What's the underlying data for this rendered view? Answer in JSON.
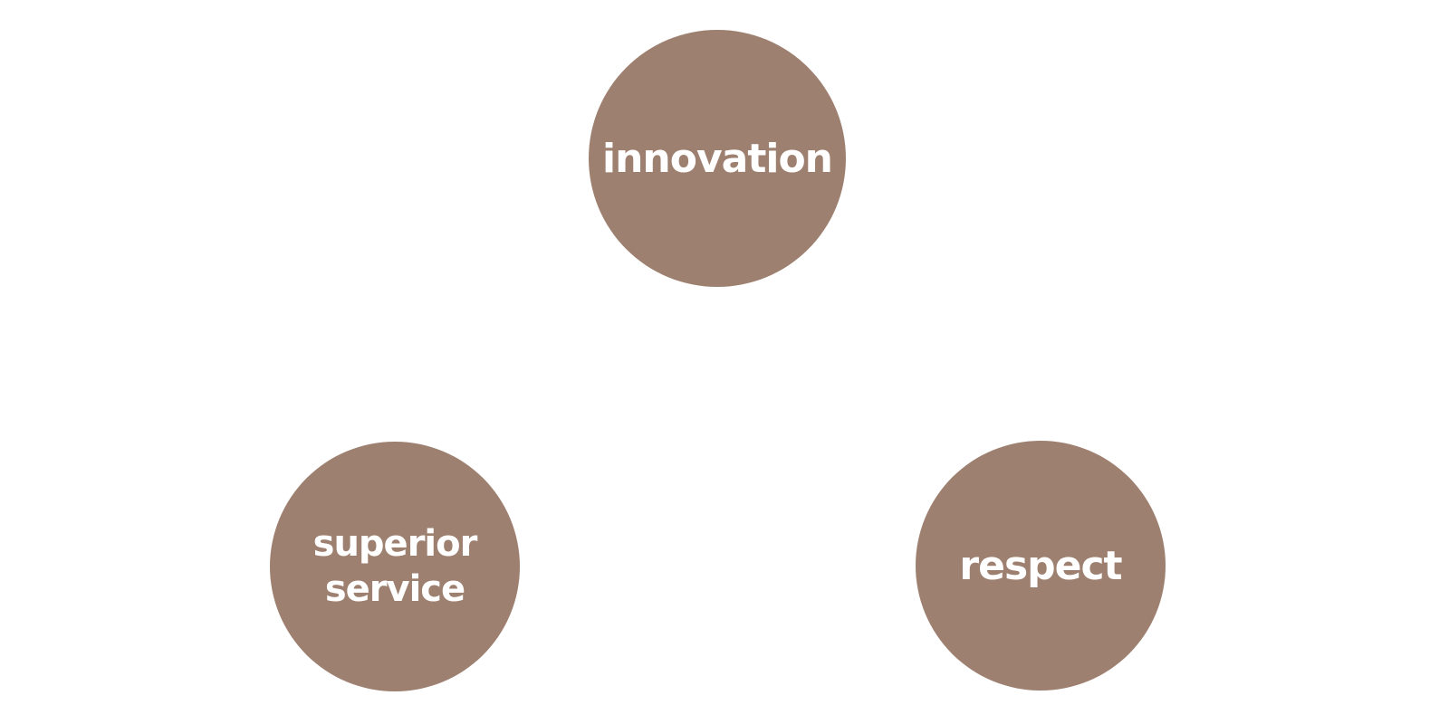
{
  "diagram": {
    "fill_color": "#9e8070",
    "text_color": "#ffffff",
    "background_color": "#ffffff",
    "nodes": [
      {
        "id": "innovation",
        "label": "innovation"
      },
      {
        "id": "superior-service",
        "label": "superior\nservice"
      },
      {
        "id": "respect",
        "label": "respect"
      }
    ]
  }
}
